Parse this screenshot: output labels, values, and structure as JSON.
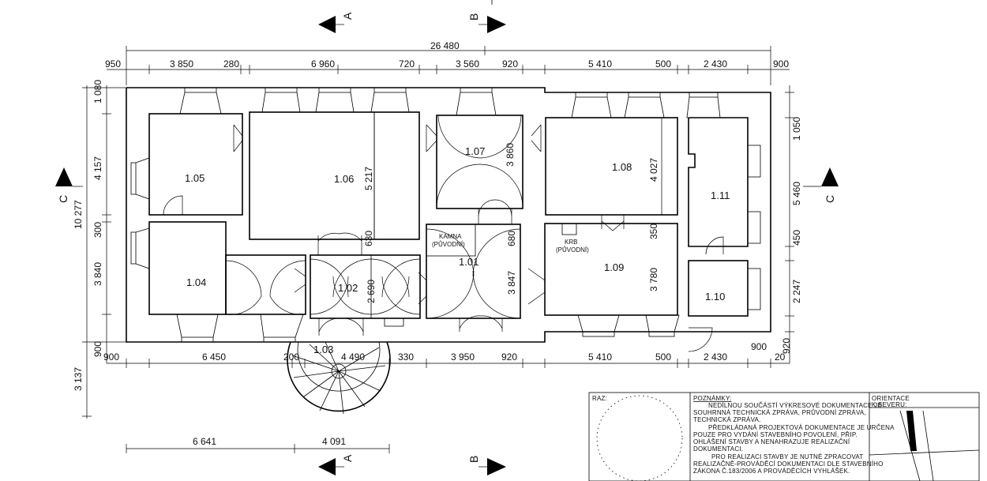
{
  "rooms": {
    "r105": "1.05",
    "r106": "1.06",
    "r107": "1.07",
    "r108": "1.08",
    "r111": "1.11",
    "r104": "1.04",
    "r102": "1.02",
    "r101": "1.01",
    "r109": "1.09",
    "r110": "1.10",
    "r103": "1.03"
  },
  "labels": {
    "kamna": "KAMNA",
    "kamna_sub": "(PŮVODNÍ)",
    "krb": "KRB",
    "krb_sub": "(PŮVODNÍ)"
  },
  "sections": {
    "a": "A",
    "b": "B",
    "c": "C"
  },
  "dims_top": {
    "overall": "26 480",
    "d1": "950",
    "d2": "3 850",
    "d3": "280",
    "d4": "6 960",
    "d5": "720",
    "d6": "3 560",
    "d7": "920",
    "d8": "5 410",
    "d9": "500",
    "d10": "2 430",
    "d11": "900"
  },
  "dims_bottom": {
    "d1": "900",
    "d2": "6 450",
    "d3": "200",
    "d4": "4 490",
    "d5": "330",
    "d6": "3 950",
    "d7": "920",
    "d8": "5 410",
    "d9": "500",
    "d10": "2 430",
    "d11": "900",
    "d12": "20"
  },
  "dims_lower": {
    "d1": "6 641",
    "d2": "4 091"
  },
  "dims_left": {
    "d1": "1 080",
    "d2": "4 157",
    "d3": "10 277",
    "d4": "300",
    "d5": "3 840",
    "d6": "900",
    "d7": "3 137"
  },
  "dims_right": {
    "d1": "1 050",
    "d2": "5 460",
    "d3": "450",
    "d4": "2 247",
    "d5": "920"
  },
  "dims_inner": {
    "i1": "5 217",
    "i2": "3 860",
    "i3": "4 027",
    "i4": "630",
    "i5": "680",
    "i6": "350",
    "i7": "2 690",
    "i8": "3 847",
    "i9": "3 780"
  },
  "legend": {
    "raz": "RAZ:",
    "notes_title": "POZNÁMKY:",
    "notes": [
      "NEDÍLNOU SOUČÁSTÍ VÝKRESOVÉ DOKUMENTACE JE",
      "SOUHRNNÁ TECHNICKÁ ZPRÁVA, PRŮVODNÍ ZPRÁVA,",
      "TECHNICKÁ ZPRÁVA.",
      "PŘEDKLÁDANÁ PROJEKTOVÁ DOKUMENTACE JE URČENA",
      "POUZE PRO VYDÁNÍ STAVEBNÍHO POVOLENÍ, PŘIP.",
      "OHLÁŠENÍ STAVBY A NENAHRAZUJE REALIZAČNÍ",
      "DOKUMENTACI.",
      "PRO REALIZACI STAVBY JE NUTNÉ ZPRACOVAT",
      "REALIZAČNĚ-PROVÁDĚCÍ DOKUMENTACI DLE STAVEBNÍHO",
      "ZÁKONA Č.183/2006 A PROVÁDĚCÍCH VYHLÁŠEK."
    ],
    "orient_title": "ORIENTACE",
    "orient_sub": "K SEVERU:"
  }
}
